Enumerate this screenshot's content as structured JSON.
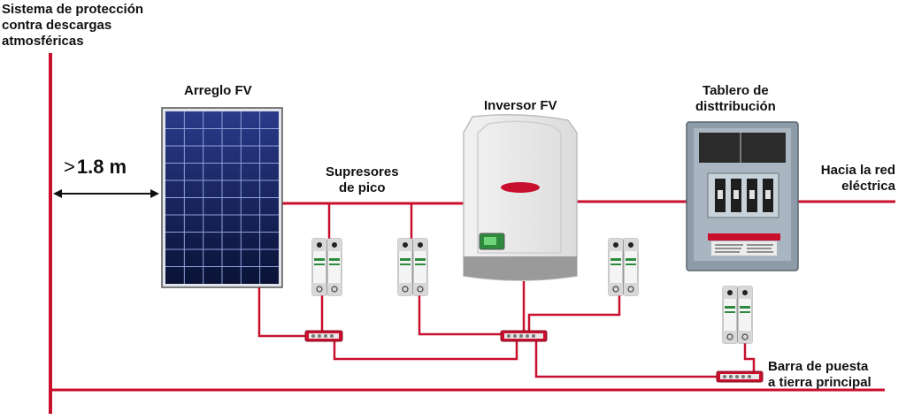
{
  "labels": {
    "lightning_system": "Sistema de protección contra descargas atmosféricas",
    "lightning_system_lines": [
      "Sistema de protección",
      "contra descargas",
      "atmosféricas"
    ],
    "distance_symbol": ">",
    "distance_value": "1.8 m",
    "pv_array": "Arreglo FV",
    "surge_suppressors_lines": [
      "Supresores",
      "de pico"
    ],
    "pv_inverter": "Inversor FV",
    "distribution_board_lines": [
      "Tablero de",
      "disttribución"
    ],
    "to_grid_lines": [
      "Hacia la red",
      "eléctrica"
    ],
    "ground_bar_lines": [
      "Barra de puesta",
      "a tierra principal"
    ]
  },
  "colors": {
    "wire_red": "#c8102e",
    "ground_line": "#c8102e",
    "panel_dark": "#0d1a4a",
    "inverter_body": "#e6e6e6",
    "board_body": "#8e9ba8"
  }
}
